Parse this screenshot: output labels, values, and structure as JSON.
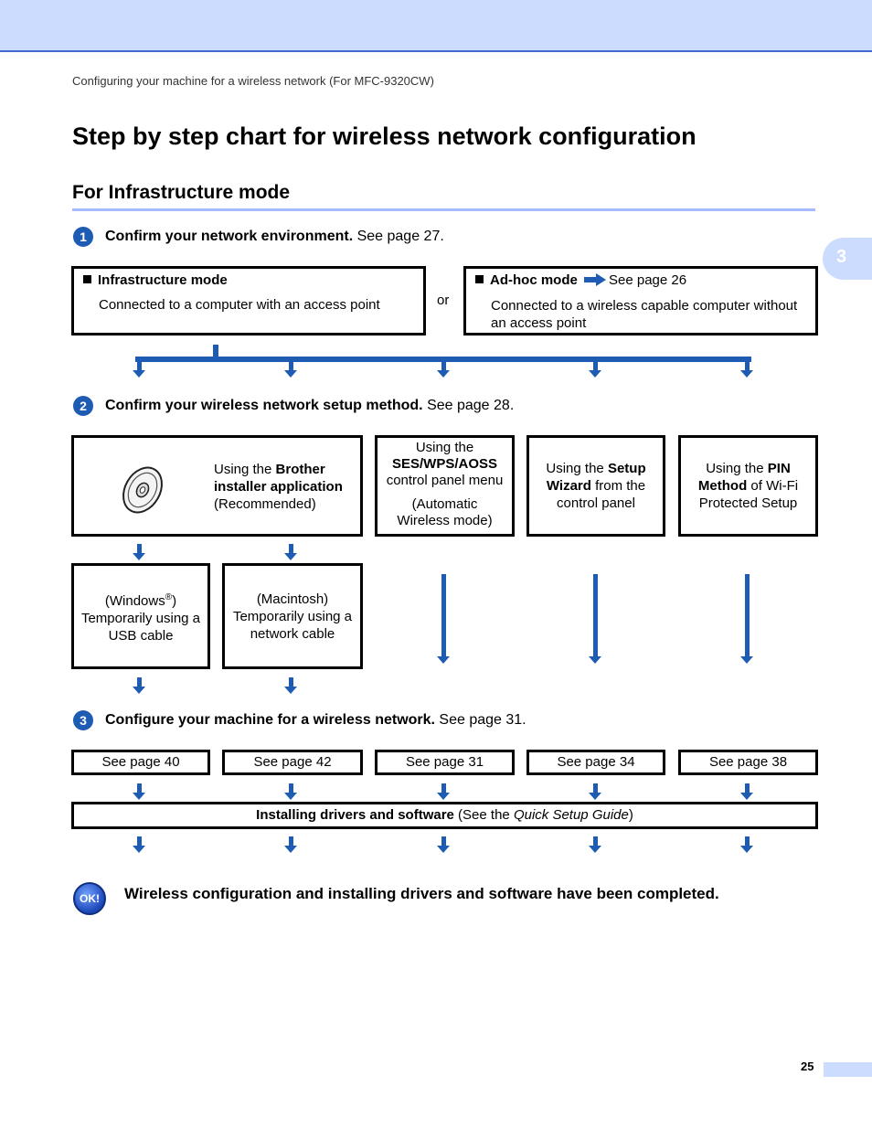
{
  "header": {
    "breadcrumb": "Configuring your machine for a wireless network (For MFC-9320CW)",
    "chapter": "3"
  },
  "page_title": "Step by step chart for wireless network configuration",
  "section_title": "For Infrastructure mode",
  "steps": [
    {
      "num": "1",
      "bold": "Confirm your network environment.",
      "rest": " See page 27."
    },
    {
      "num": "2",
      "bold": "Confirm your wireless network setup method.",
      "rest": " See page 28."
    },
    {
      "num": "3",
      "bold": "Configure your machine for a wireless network.",
      "rest": " See page 31."
    }
  ],
  "modes": {
    "infrastructure": {
      "title": "Infrastructure mode",
      "desc": "Connected to a computer with an access point"
    },
    "or": "or",
    "adhoc": {
      "title": "Ad-hoc mode",
      "see": "See page 26",
      "desc": "Connected to a wireless capable computer without an access point"
    }
  },
  "methods": {
    "installer": {
      "pre": "Using the ",
      "bold": "Brother installer application",
      "post": "(Recommended)"
    },
    "ses": {
      "pre": "Using the",
      "bold": "SES/WPS/AOSS",
      "mid": "control panel menu",
      "post": "(Automatic Wireless mode)"
    },
    "setup_wizard": {
      "pre": "Using the ",
      "bold": "Setup Wizard",
      "post": " from the control panel"
    },
    "pin": {
      "pre": "Using the ",
      "bold": "PIN Method",
      "post": " of Wi-Fi Protected Setup"
    }
  },
  "sub_methods": {
    "windows": {
      "line1": "(Windows",
      "reg": "®",
      "line1_end": ")",
      "line2": "Temporarily using a USB cable"
    },
    "mac": {
      "line1": "(Macintosh)",
      "line2": "Temporarily using a network cable"
    }
  },
  "see_pages": [
    "See page 40",
    "See page 42",
    "See page 31",
    "See page 34",
    "See page 38"
  ],
  "drivers": {
    "bold": "Installing drivers and software",
    "pre": " (See the ",
    "italic": "Quick Setup Guide",
    "post": ")"
  },
  "completion": {
    "icon_text": "OK!",
    "text": "Wireless configuration and installing drivers and software have been completed."
  },
  "footer": {
    "page_number": "25"
  },
  "colors": {
    "accent": "#1e5cb3",
    "header_bg": "#ccdcff",
    "rule": "#a5bbff"
  }
}
